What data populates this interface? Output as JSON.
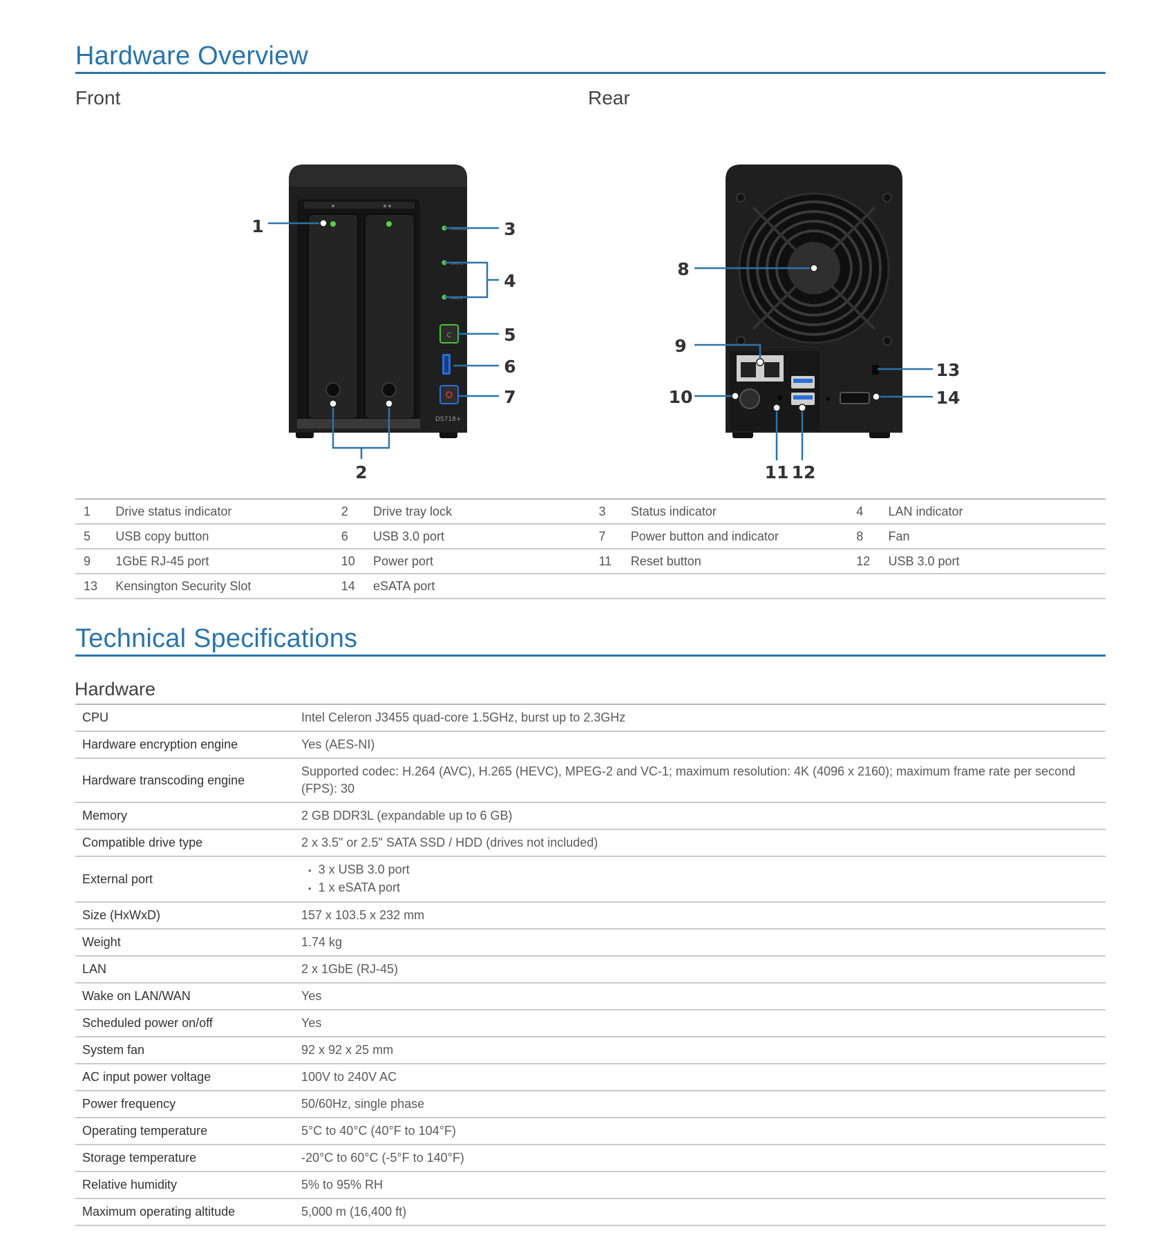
{
  "overview": {
    "title": "Hardware Overview",
    "front_label": "Front",
    "rear_label": "Rear",
    "front_callouts": [
      "1",
      "2",
      "3",
      "4",
      "5",
      "6",
      "7"
    ],
    "rear_callouts": [
      "8",
      "9",
      "10",
      "11",
      "12",
      "13",
      "14"
    ],
    "device_model_label": "DS718+",
    "led_labels": [
      "STATUS",
      "LAN 1",
      "LAN 2"
    ],
    "legend": [
      [
        {
          "num": "1",
          "label": "Drive status indicator"
        },
        {
          "num": "2",
          "label": "Drive tray lock"
        },
        {
          "num": "3",
          "label": "Status indicator"
        },
        {
          "num": "4",
          "label": "LAN indicator"
        }
      ],
      [
        {
          "num": "5",
          "label": "USB copy button"
        },
        {
          "num": "6",
          "label": "USB 3.0 port"
        },
        {
          "num": "7",
          "label": "Power button and indicator"
        },
        {
          "num": "8",
          "label": "Fan"
        }
      ],
      [
        {
          "num": "9",
          "label": "1GbE RJ-45 port"
        },
        {
          "num": "10",
          "label": "Power port"
        },
        {
          "num": "11",
          "label": "Reset button"
        },
        {
          "num": "12",
          "label": "USB 3.0 port"
        }
      ],
      [
        {
          "num": "13",
          "label": "Kensington Security Slot"
        },
        {
          "num": "14",
          "label": "eSATA port"
        },
        {
          "num": "",
          "label": ""
        },
        {
          "num": "",
          "label": ""
        }
      ]
    ]
  },
  "specs": {
    "title": "Technical Specifications",
    "section": "Hardware",
    "rows": [
      {
        "key": "CPU",
        "value": "Intel Celeron J3455 quad-core 1.5GHz, burst up to 2.3GHz"
      },
      {
        "key": "Hardware encryption engine",
        "value": "Yes (AES-NI)"
      },
      {
        "key": "Hardware transcoding engine",
        "value": "Supported codec: H.264 (AVC), H.265 (HEVC), MPEG-2 and VC-1; maximum resolution: 4K (4096 x 2160); maximum frame rate per second (FPS): 30"
      },
      {
        "key": "Memory",
        "value": "2 GB DDR3L (expandable up to 6 GB)"
      },
      {
        "key": "Compatible drive type",
        "value": "2 x 3.5\" or 2.5\" SATA SSD / HDD (drives not included)"
      },
      {
        "key": "External port",
        "list": [
          "3 x USB 3.0 port",
          "1 x eSATA port"
        ]
      },
      {
        "key": "Size (HxWxD)",
        "value": "157 x 103.5 x 232 mm"
      },
      {
        "key": "Weight",
        "value": "1.74 kg"
      },
      {
        "key": "LAN",
        "value": "2 x 1GbE (RJ-45)"
      },
      {
        "key": "Wake on LAN/WAN",
        "value": "Yes"
      },
      {
        "key": "Scheduled power on/off",
        "value": "Yes"
      },
      {
        "key": "System fan",
        "value": "92 x 92 x 25 mm"
      },
      {
        "key": "AC input power voltage",
        "value": "100V to 240V AC"
      },
      {
        "key": "Power frequency",
        "value": "50/60Hz, single phase"
      },
      {
        "key": "Operating temperature",
        "value": "5°C to 40°C (40°F to 104°F)"
      },
      {
        "key": "Storage temperature",
        "value": "-20°C to 60°C (-5°F to 140°F)"
      },
      {
        "key": "Relative humidity",
        "value": "5% to 95% RH"
      },
      {
        "key": "Maximum operating altitude",
        "value": "5,000 m (16,400 ft)"
      }
    ]
  }
}
